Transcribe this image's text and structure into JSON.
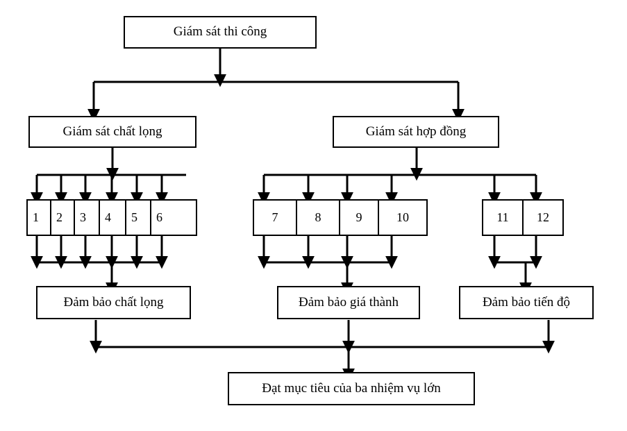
{
  "diagram": {
    "title_top": "Giám sát thi công",
    "level2": {
      "left": "Giám sát chất lọng",
      "right": "Giám sát hợp đồng"
    },
    "groups": {
      "quality": {
        "cells": [
          "1",
          "2",
          "3",
          "4",
          "5",
          "6"
        ]
      },
      "cost": {
        "cells": [
          "7",
          "8",
          "9",
          "10"
        ]
      },
      "schedule": {
        "cells": [
          "11",
          "12"
        ]
      }
    },
    "outcomes": {
      "quality": "Đảm bảo chất lọng",
      "cost": "Đảm bảo giá thành",
      "schedule": "Đảm bảo tiến độ"
    },
    "goal": "Đạt mục tiêu của ba nhiệm vụ lớn",
    "colors": {
      "stroke": "#000000",
      "fill": "#ffffff",
      "text": "#000000",
      "background": "#ffffff"
    }
  }
}
